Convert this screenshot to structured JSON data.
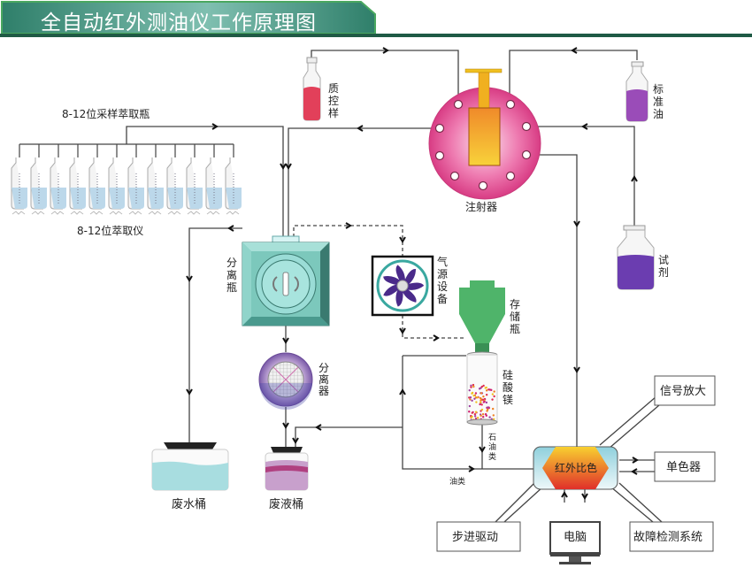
{
  "title": "全自动红外测油仪工作原理图",
  "colors": {
    "title_bg": "#3f8f7c",
    "title_border": "#2f6f4f",
    "injector": "#e2448e",
    "separator_bottle": "#8fd0c8",
    "storage_bottle": "#4fb46a",
    "qc_sample": "#e0405a",
    "standard_oil": "#9a4cb8",
    "reagent": "#6b3db0",
    "waste_water": "#a8dde0",
    "waste_liquid": "#c8a0cc"
  },
  "components": {
    "sampling_bottles_label": "8-12位采样萃取瓶",
    "extractor_label": "8-12位萃取仪",
    "qc_sample_label": "质控样",
    "injector_label": "注射器",
    "standard_oil_label": "标准油",
    "reagent_label": "试剂",
    "separation_bottle_label": "分离瓶",
    "gas_source_label": "气源设备",
    "storage_bottle_label": "存储瓶",
    "separator_label": "分离器",
    "magnesium_silicate_label": "硅酸镁",
    "petroleum_label": "石油类",
    "oils_label": "油类",
    "waste_water_label": "废水桶",
    "waste_liquid_label": "废液桶",
    "ir_colorimetry_label": "红外比色",
    "signal_amp_label": "信号放大",
    "monochromator_label": "单色器",
    "fault_detect_label": "故障检测系统",
    "stepper_drive_label": "步进驱动",
    "computer_label": "电脑"
  },
  "sampling_bottle_count": 12
}
